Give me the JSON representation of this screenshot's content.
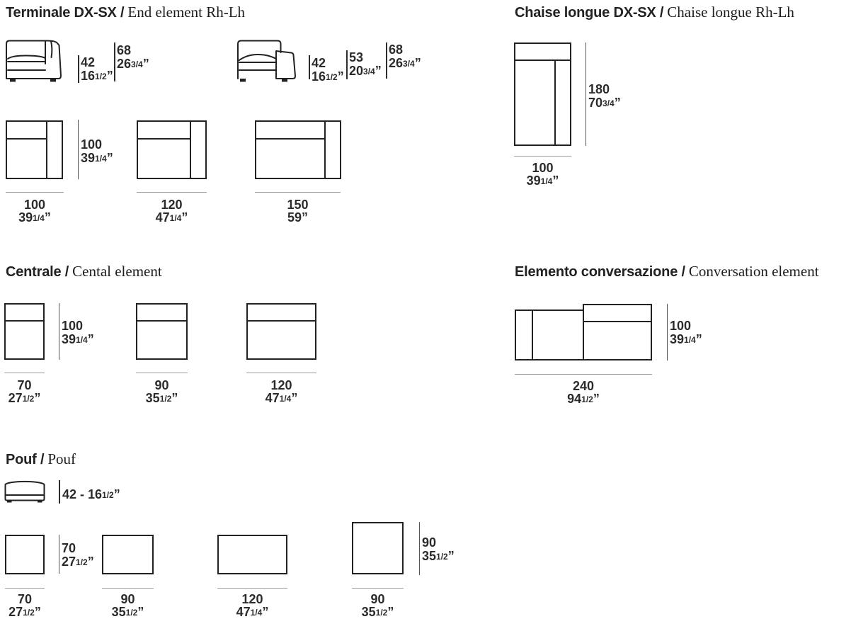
{
  "page": {
    "background": "#ffffff",
    "line_color": "#222222",
    "dim_tick_color": "#2d2d2d",
    "dim_line_color": "#9c9c9c"
  },
  "terminale": {
    "title_it": "Terminale DX-SX /",
    "title_en": "End element Rh-Lh",
    "side1": {
      "d42": {
        "cm": "42",
        "in": "16",
        "frac": "1/2",
        "unit": "”"
      },
      "d68": {
        "cm": "68",
        "in": "26",
        "frac": "3/4",
        "unit": "”"
      }
    },
    "side2": {
      "d42": {
        "cm": "42",
        "in": "16",
        "frac": "1/2",
        "unit": "”"
      },
      "d53": {
        "cm": "53",
        "in": "20",
        "frac": "3/4",
        "unit": "”"
      },
      "d68": {
        "cm": "68",
        "in": "26",
        "frac": "3/4",
        "unit": "”"
      }
    },
    "depth": {
      "cm": "100",
      "in": "39",
      "frac": "1/4",
      "unit": "”"
    },
    "widths": [
      {
        "cm": "100",
        "in": "39",
        "frac": "1/4",
        "unit": "”"
      },
      {
        "cm": "120",
        "in": "47",
        "frac": "1/4",
        "unit": "”"
      },
      {
        "cm": "150",
        "in": "59",
        "frac": "",
        "unit": "”"
      }
    ]
  },
  "chaise": {
    "title_it": "Chaise longue DX-SX /",
    "title_en": "Chaise longue Rh-Lh",
    "length": {
      "cm": "180",
      "in": "70",
      "frac": "3/4",
      "unit": "”"
    },
    "width": {
      "cm": "100",
      "in": "39",
      "frac": "1/4",
      "unit": "”"
    }
  },
  "centrale": {
    "title_it": "Centrale /",
    "title_en": "Cental element",
    "depth": {
      "cm": "100",
      "in": "39",
      "frac": "1/4",
      "unit": "”"
    },
    "widths": [
      {
        "cm": "70",
        "in": "27",
        "frac": "1/2",
        "unit": "”"
      },
      {
        "cm": "90",
        "in": "35",
        "frac": "1/2",
        "unit": "”"
      },
      {
        "cm": "120",
        "in": "47",
        "frac": "1/4",
        "unit": "”"
      }
    ]
  },
  "conversazione": {
    "title_it": "Elemento conversazione /",
    "title_en": "Conversation element",
    "depth": {
      "cm": "100",
      "in": "39",
      "frac": "1/4",
      "unit": "”"
    },
    "width": {
      "cm": "240",
      "in": "94",
      "frac": "1/2",
      "unit": "”"
    }
  },
  "pouf": {
    "title_it": "Pouf /",
    "title_en": "Pouf",
    "height": {
      "pre": "42 - 16",
      "frac": "1/2",
      "unit": "”"
    },
    "p1_depth": {
      "cm": "70",
      "in": "27",
      "frac": "1/2",
      "unit": "”"
    },
    "p4_depth": {
      "cm": "90",
      "in": "35",
      "frac": "1/2",
      "unit": "”"
    },
    "widths": [
      {
        "cm": "70",
        "in": "27",
        "frac": "1/2",
        "unit": "”"
      },
      {
        "cm": "90",
        "in": "35",
        "frac": "1/2",
        "unit": "”"
      },
      {
        "cm": "120",
        "in": "47",
        "frac": "1/4",
        "unit": "”"
      },
      {
        "cm": "90",
        "in": "35",
        "frac": "1/2",
        "unit": "”"
      }
    ]
  }
}
